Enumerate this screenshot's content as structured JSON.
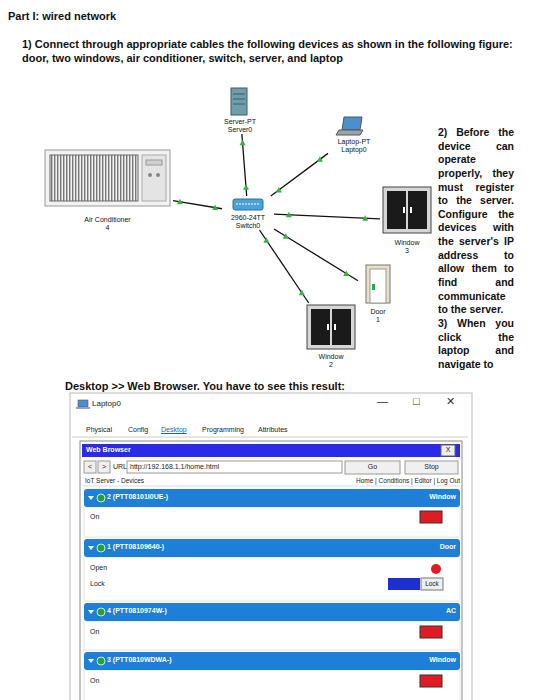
{
  "diagram": {
    "title": "Part I: wired network",
    "nodes": [
      {
        "text": [
          "Server-PT",
          "Server0"
        ]
      },
      {
        "text": [
          "Laptop-PT",
          "Laptop0"
        ]
      },
      {
        "text": [
          "2960-24TT",
          "Switch0"
        ]
      },
      {
        "text": [
          "Air Conditioner",
          "4"
        ]
      },
      {
        "text": [
          "Window",
          "3"
        ]
      },
      {
        "text": [
          "Door",
          "1"
        ]
      },
      {
        "text": [
          "Window",
          "2"
        ]
      }
    ],
    "edges": [
      {
        "from": 2,
        "to": 0,
        "arrow": "none"
      },
      {
        "from": 2,
        "to": 1,
        "arrow": "none"
      },
      {
        "from": 2,
        "to": 3,
        "arrow": "none"
      },
      {
        "from": 2,
        "to": 4,
        "arrow": "none"
      },
      {
        "from": 2,
        "to": 5,
        "arrow": "none"
      },
      {
        "from": 2,
        "to": 6,
        "arrow": "none"
      }
    ],
    "labels": [
      "1) Connect through appropriate cables the following devices as shown in the following figure: door, two windows, air conditioner, switch, server, and laptop",
      "2) Before the device can operate properly, they must register to the server. Configure the devices with the server's IP address to allow them to find and communicate to the server.",
      "3) When you click the laptop and navigate to",
      "Desktop >> Web Browser. You have to see this result:",
      "Laptop0",
      "—",
      "□",
      "✕",
      "Physical",
      "Config",
      "Desktop",
      "Programming",
      "Attributes",
      "Web Browser",
      "X",
      "<",
      ">",
      "URL",
      "http://192.168.1.1/home.html",
      "Go",
      "Stop",
      "IoT Server - Devices",
      "Home | Conditions | Editor | Log Out",
      "2 (PTT08101I0UE-)",
      "Window",
      "On",
      "1 (PTT08109640-)",
      "Door",
      "Open",
      "Lock",
      "Lock",
      "4 (PTT0810974W-)",
      "AC",
      "On",
      "3 (PTT0810WDWA-)",
      "Window",
      "On"
    ]
  }
}
